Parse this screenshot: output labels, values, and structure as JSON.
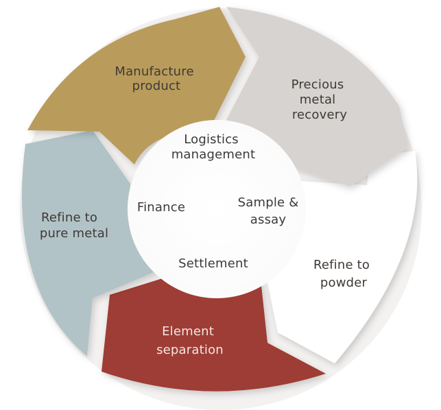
{
  "diagram": {
    "segments": {
      "manufacture": {
        "line1": "Manufacture",
        "line2": "product",
        "color": "#b99c5c"
      },
      "precious": {
        "line1": "Precious",
        "line2": "metal",
        "line3": "recovery",
        "color": "#d6d3d0"
      },
      "powder": {
        "line1": "Refine to",
        "line2": "powder",
        "color": "#ffffff"
      },
      "element": {
        "line1": "Element",
        "line2": "separation",
        "color": "#9e3d36"
      },
      "pure": {
        "line1": "Refine to",
        "line2": "pure metal",
        "color": "#b1c3c7"
      }
    },
    "center": {
      "logistics": {
        "line1": "Logistics",
        "line2": "management"
      },
      "finance": "Finance",
      "sample": {
        "line1": "Sample &",
        "line2": "assay"
      },
      "settlement": "Settlement"
    }
  }
}
